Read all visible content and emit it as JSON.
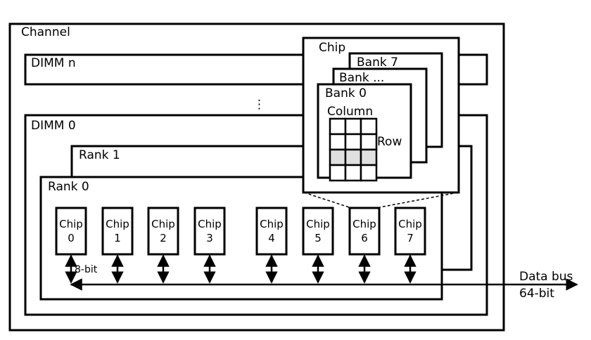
{
  "labels": {
    "channel": "Channel",
    "dimm_n": "DIMM n",
    "dimm_0": "DIMM 0",
    "rank_1": "Rank 1",
    "rank_0": "Rank 0",
    "chip": "Chip",
    "bank_7": "Bank 7",
    "bank_mid": "Bank ...",
    "bank_0": "Bank 0",
    "column": "Column",
    "row": "Row",
    "bit_width": "8-bit",
    "data_bus": "Data bus",
    "data_bus_width": "64-bit",
    "ellipsis": "⋮"
  },
  "chips": [
    {
      "name": "Chip",
      "index": "0"
    },
    {
      "name": "Chip",
      "index": "1"
    },
    {
      "name": "Chip",
      "index": "2"
    },
    {
      "name": "Chip",
      "index": "3"
    },
    {
      "name": "Chip",
      "index": "4"
    },
    {
      "name": "Chip",
      "index": "5"
    },
    {
      "name": "Chip",
      "index": "6"
    },
    {
      "name": "Chip",
      "index": "7"
    }
  ],
  "grid": {
    "rows": 4,
    "cols": 3,
    "highlighted_row": 2,
    "highlight_color": "#e0e0e0"
  }
}
